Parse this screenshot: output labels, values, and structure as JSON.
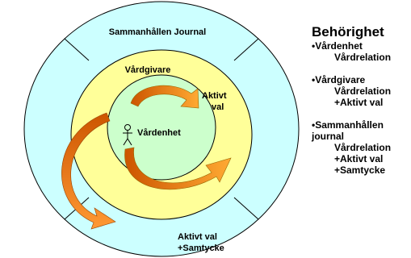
{
  "diagram": {
    "outer_label": "Sammanhållen Journal",
    "middle_label": "Vårdgivare",
    "middle_right_label": "Aktivt val",
    "inner_label": "Vårdenhet",
    "bottom_label_line1": "Aktivt val",
    "bottom_label_line2": "+Samtycke",
    "colors": {
      "outer_fill": "#ccffff",
      "middle_fill": "#ffff99",
      "inner_fill": "#ccffcc",
      "arrow_orange": "#ff9900",
      "arrow_dark": "#cc6600"
    }
  },
  "side": {
    "title": "Behörighet",
    "g1_head": "•Vårdenhet",
    "g1_l1": "Vårdrelation",
    "g2_head": "•Vårdgivare",
    "g2_l1": "Vårdrelation",
    "g2_l2": "+Aktivt val",
    "g3_head1": "•Sammanhållen",
    "g3_head2": "journal",
    "g3_l1": "Vårdrelation",
    "g3_l2": "+Aktivt val",
    "g3_l3": "+Samtycke"
  }
}
